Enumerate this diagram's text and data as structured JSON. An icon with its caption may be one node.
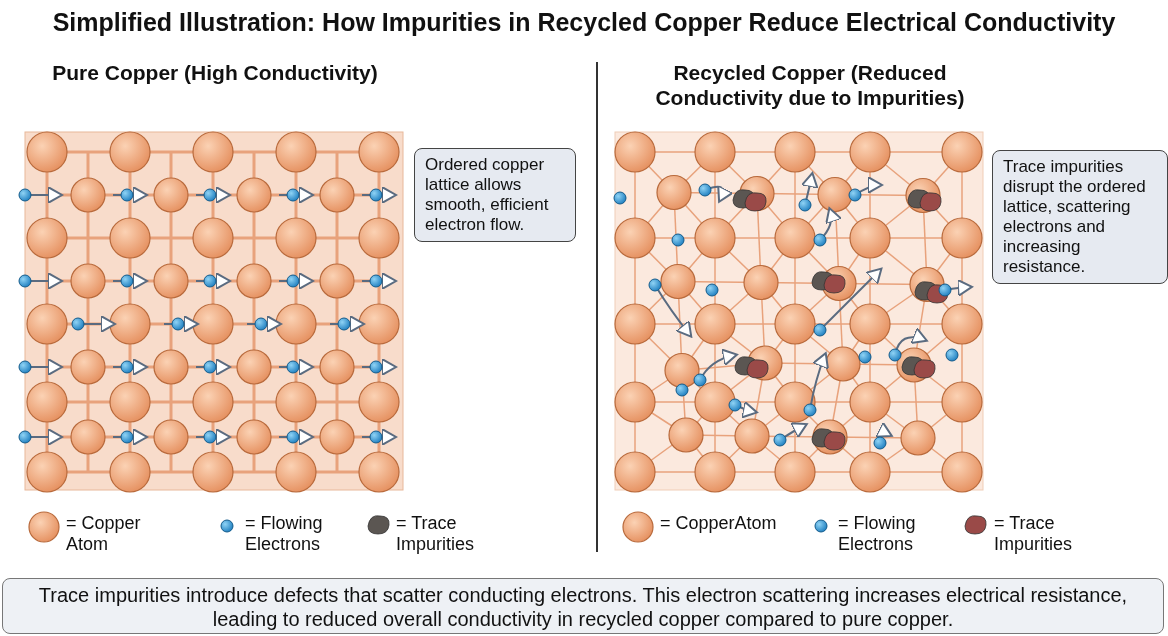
{
  "diagram": {
    "title": "Simplified Illustration: How Impurities in Recycled Copper Reduce Electrical Conductivity",
    "caption": "Trace impurities introduce defects that scatter conducting electrons. This electron scattering increases electrical resistance, leading to reduced overall conductivity in recycled copper compared to pure copper.",
    "nodes": [
      {
        "text": [
          "Ordered copper lattice allows smooth, efficient electron flow."
        ]
      },
      {
        "text": [
          "Trace impurities disrupt the ordered lattice, scattering electrons and increasing resistance."
        ]
      }
    ],
    "edges": [],
    "labels": [
      "Pure Copper (High Conductivity)",
      "Recycled Copper (Reduced Conductivity due to Impurities)"
    ],
    "legend": [
      {
        "text": "= Copper Atom"
      },
      {
        "text": "= Flowing Electrons"
      },
      {
        "text": "= Trace Impurities"
      },
      {
        "text": "= CopperAtom"
      },
      {
        "text": "= Flowing Electrons"
      },
      {
        "text": "= Trace Impurities"
      }
    ]
  }
}
